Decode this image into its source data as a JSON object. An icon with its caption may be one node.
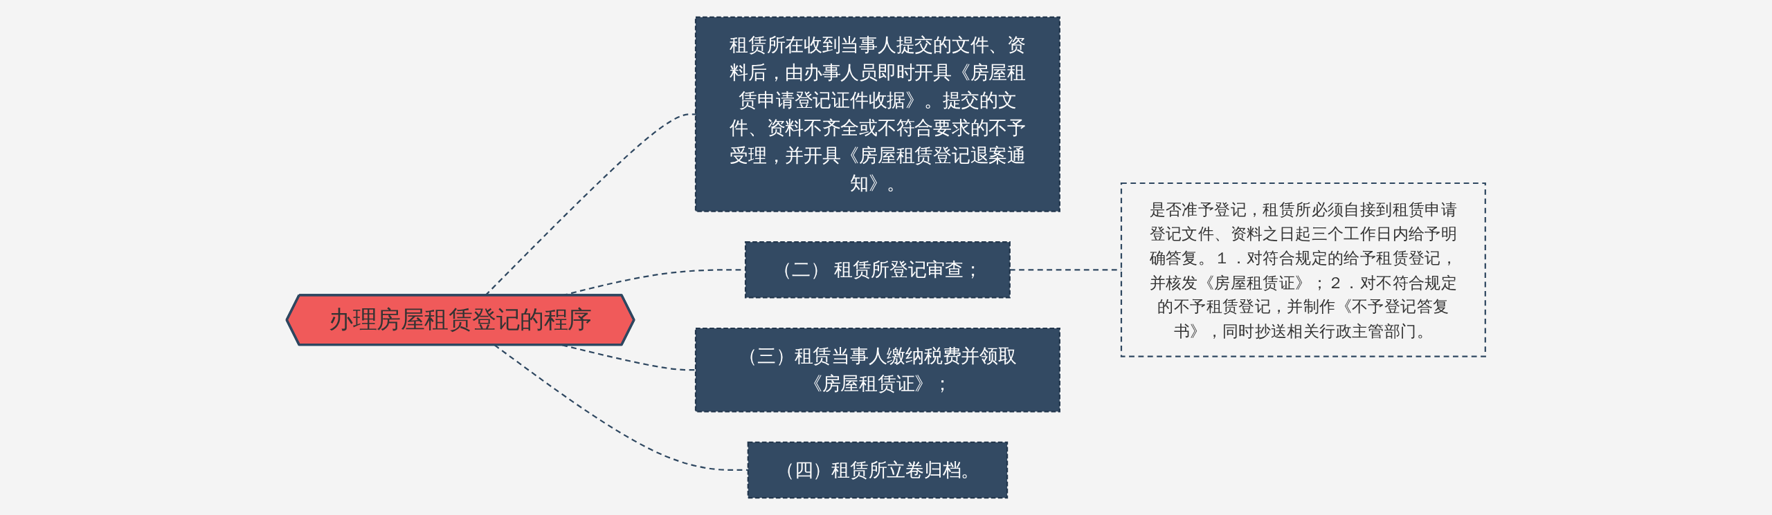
{
  "diagram": {
    "nodes": [
      {
        "text": [
          "办理房屋租赁登记的程序"
        ]
      },
      {
        "text": [
          "租赁所在收到当事人提交的文件、资料后，由办事人员即时开具《房屋租赁申请登记证件收据》。提交的文件、资料不齐全或不符合要求的不予受理，并开具《房屋租赁登记退案通知》。"
        ]
      },
      {
        "text": [
          "（二） 租赁所登记审查；"
        ]
      },
      {
        "text": [
          "是否准予登记，租赁所必须自接到租赁申请登记文件、资料之日起三个工作日内给予明确答复。１．对符合规定的给予租赁登记，并核发《房屋租赁证》；２．对不符合规定的不予租赁登记，并制作《不予登记答复书》，同时抄送相关行政主管部门。"
        ]
      },
      {
        "text": [
          "（三）租赁当事人缴纳税费并领取《房屋租赁证》；"
        ]
      },
      {
        "text": [
          "（四）租赁所立卷归档。"
        ]
      }
    ],
    "edges": [
      {
        "from": 0,
        "to": 1,
        "arrow": "none",
        "style": "dashed"
      },
      {
        "from": 0,
        "to": 2,
        "arrow": "none",
        "style": "dashed"
      },
      {
        "from": 2,
        "to": 3,
        "arrow": "none",
        "style": "dashed"
      },
      {
        "from": 0,
        "to": 4,
        "arrow": "none",
        "style": "dashed"
      },
      {
        "from": 0,
        "to": 5,
        "arrow": "none",
        "style": "dashed"
      }
    ]
  }
}
